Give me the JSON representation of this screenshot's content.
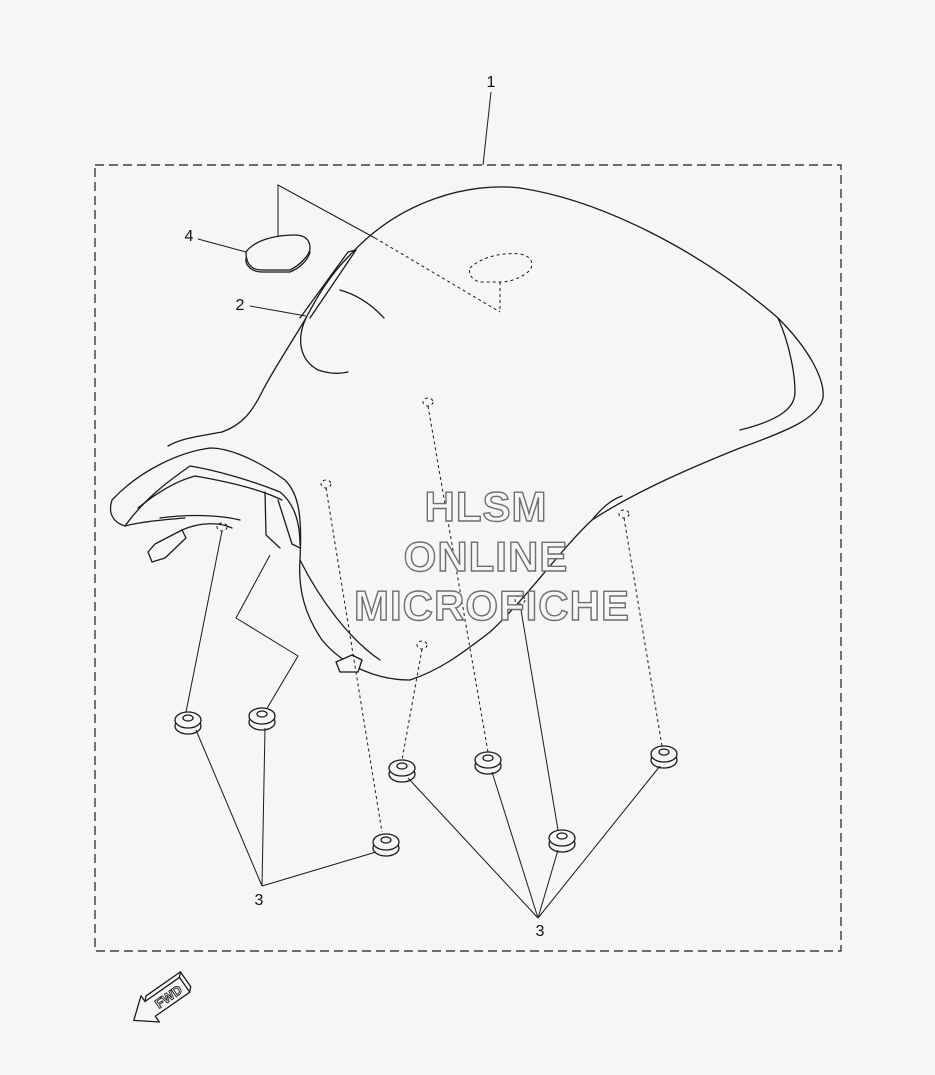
{
  "callouts": {
    "seat_assembly": "1",
    "seat_cover": "2",
    "damper_left": "3",
    "damper_right": "3",
    "emblem": "4"
  },
  "watermark": {
    "line1": "HLSM",
    "line2": "ONLINE",
    "line3": "MICROFICHE"
  },
  "direction_arrow": {
    "label": "FWD"
  }
}
